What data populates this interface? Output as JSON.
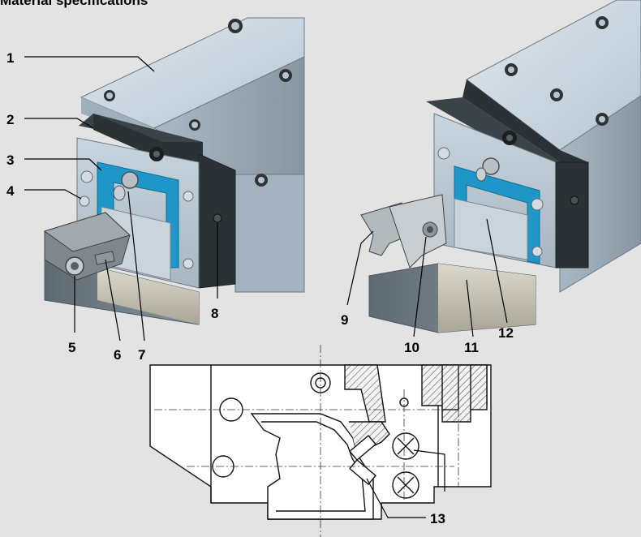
{
  "title": "Material specifications",
  "colors": {
    "background": "#e3e3e3",
    "carriage_steel": "#b9c9d6",
    "seal_blue": "#1e96c8",
    "end_plate": "#2b3236",
    "rail_grey": "#8e9aa2"
  },
  "callouts": [
    "1",
    "2",
    "3",
    "4",
    "5",
    "6",
    "7",
    "8",
    "9",
    "10",
    "11",
    "12",
    "13"
  ]
}
